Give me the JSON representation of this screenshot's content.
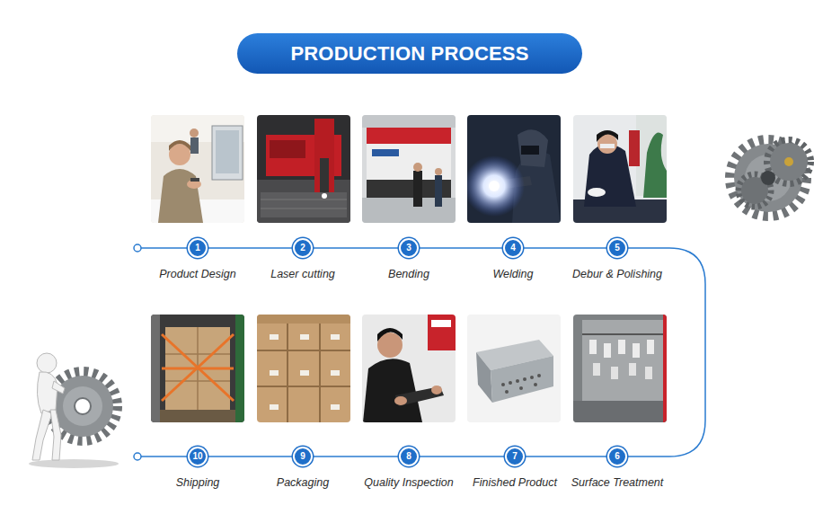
{
  "diagram": {
    "title": "PRODUCTION PROCESS",
    "nodes": [
      {
        "text": [
          "1",
          "Product Design"
        ]
      },
      {
        "text": [
          "2",
          "Laser cutting"
        ]
      },
      {
        "text": [
          "3",
          "Bending"
        ]
      },
      {
        "text": [
          "4",
          "Welding"
        ]
      },
      {
        "text": [
          "5",
          "Debur & Polishing"
        ]
      },
      {
        "text": [
          "6",
          "Surface Treatment"
        ]
      },
      {
        "text": [
          "7",
          "Finished Product"
        ]
      },
      {
        "text": [
          "8",
          "Quality Inspection"
        ]
      },
      {
        "text": [
          "9",
          "Packaging"
        ]
      },
      {
        "text": [
          "10",
          "Shipping"
        ]
      }
    ],
    "edges": [
      {
        "from": 0,
        "to": 1,
        "arrow": "none"
      },
      {
        "from": 1,
        "to": 2,
        "arrow": "none"
      },
      {
        "from": 2,
        "to": 3,
        "arrow": "none"
      },
      {
        "from": 3,
        "to": 4,
        "arrow": "none"
      },
      {
        "from": 4,
        "to": 5,
        "arrow": "none"
      },
      {
        "from": 5,
        "to": 6,
        "arrow": "none"
      },
      {
        "from": 6,
        "to": 7,
        "arrow": "none"
      },
      {
        "from": 7,
        "to": 8,
        "arrow": "none"
      },
      {
        "from": 8,
        "to": 9,
        "arrow": "none"
      }
    ]
  }
}
